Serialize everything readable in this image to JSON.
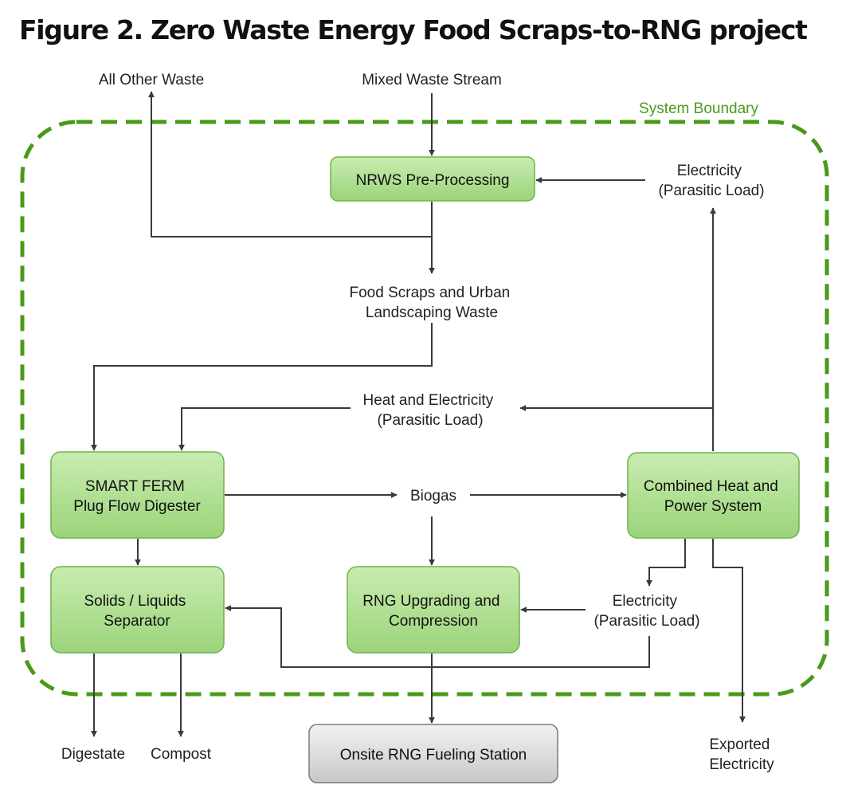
{
  "title": "Figure 2. Zero Waste Energy Food Scraps-to-RNG project",
  "colors": {
    "boundary": "#4a9a1a",
    "process_box_top": "#c9ecb0",
    "process_box_bottom": "#9bd47a",
    "process_box_border": "#6db34a",
    "output_box_top": "#f2f2f2",
    "output_box_bottom": "#c8c8c8",
    "arrow": "#3a3a3a"
  },
  "boundary": {
    "label": "System Boundary"
  },
  "boxes": {
    "nrws": {
      "lines": [
        "NRWS Pre-Processing"
      ]
    },
    "smart_ferm": {
      "lines": [
        "SMART FERM",
        "Plug Flow Digester"
      ]
    },
    "chp": {
      "lines": [
        "Combined Heat and",
        "Power System"
      ]
    },
    "separator": {
      "lines": [
        "Solids / Liquids",
        "Separator"
      ]
    },
    "rng_upgrading": {
      "lines": [
        "RNG Upgrading and",
        "Compression"
      ]
    },
    "fueling": {
      "lines": [
        "Onsite RNG Fueling Station"
      ]
    }
  },
  "labels": {
    "all_other_waste": [
      "All Other Waste"
    ],
    "mixed_waste": [
      "Mixed Waste Stream"
    ],
    "electricity_top": [
      "Electricity",
      "(Parasitic Load)"
    ],
    "food_scraps": [
      "Food Scraps and Urban",
      "Landscaping Waste"
    ],
    "heat_electricity": [
      "Heat and Electricity",
      "(Parasitic Load)"
    ],
    "biogas": [
      "Biogas"
    ],
    "electricity_bottom": [
      "Electricity",
      "(Parasitic Load)"
    ],
    "digestate": [
      "Digestate"
    ],
    "compost": [
      "Compost"
    ],
    "exported_electricity": [
      "Exported",
      "Electricity"
    ]
  }
}
